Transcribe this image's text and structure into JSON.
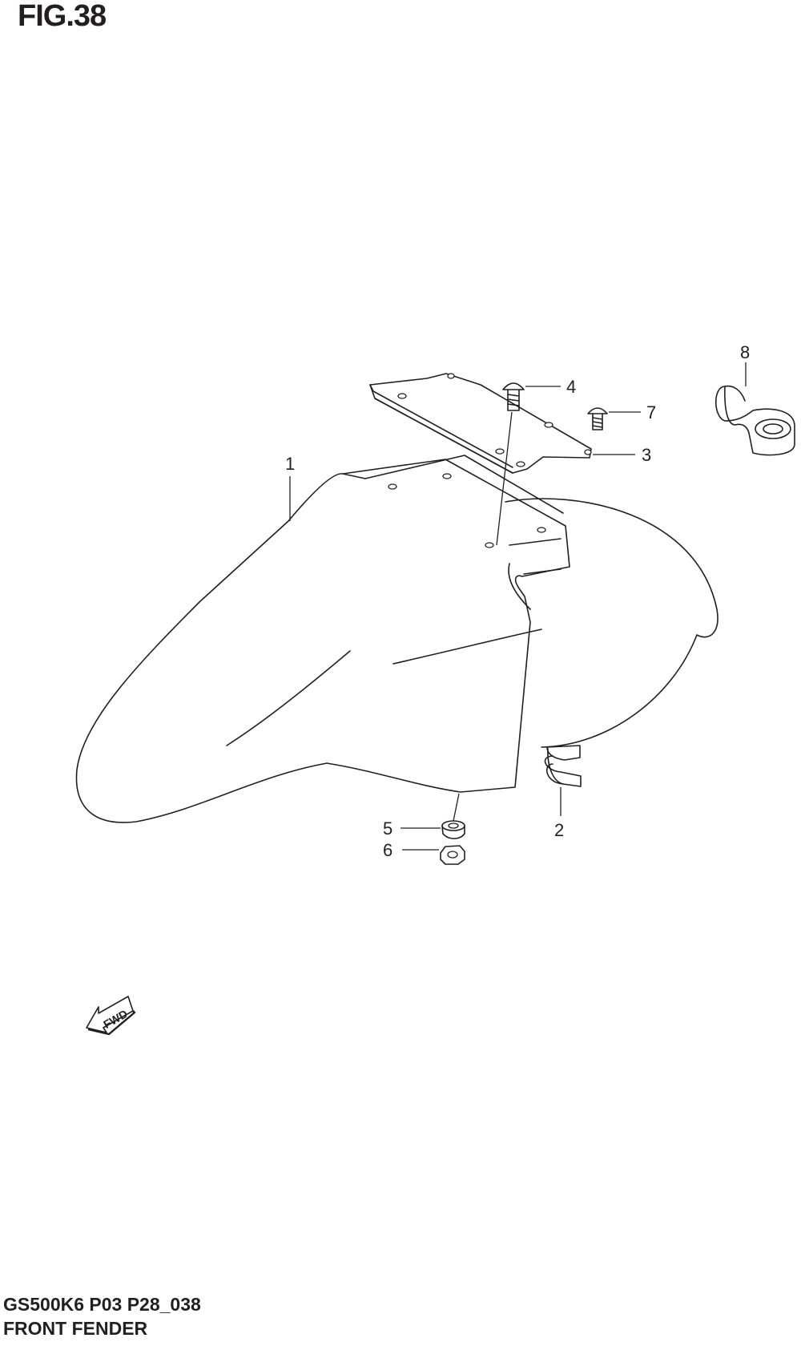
{
  "figure": {
    "title": "FIG.38",
    "model_code": "GS500K6 P03 P28_038",
    "name": "FRONT FENDER"
  },
  "callouts": [
    {
      "id": "part-1",
      "label": "1"
    },
    {
      "id": "part-2",
      "label": "2"
    },
    {
      "id": "part-3",
      "label": "3"
    },
    {
      "id": "part-4",
      "label": "4"
    },
    {
      "id": "part-5",
      "label": "5"
    },
    {
      "id": "part-6",
      "label": "6"
    },
    {
      "id": "part-7",
      "label": "7"
    },
    {
      "id": "part-8",
      "label": "8"
    }
  ],
  "fwd_indicator": {
    "label": "FWD",
    "icon": "arrow-down-left-icon"
  },
  "colors": {
    "ink": "#231f20",
    "background": "#ffffff"
  }
}
